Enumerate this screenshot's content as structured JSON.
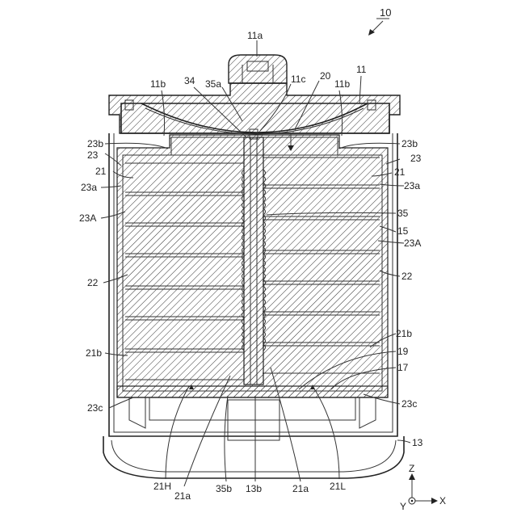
{
  "figure": {
    "ref_number": "10",
    "axes": {
      "z": "Z",
      "y": "Y",
      "x": "X"
    },
    "labels": {
      "l11a": "11a",
      "l11b_left": "11b",
      "l34": "34",
      "l35a": "35a",
      "l11c": "11c",
      "l20": "20",
      "l11b_right": "11b",
      "l11": "11",
      "l23b_left": "23b",
      "l23b_right": "23b",
      "l23_left": "23",
      "l23_right": "23",
      "l21_left": "21",
      "l21_right": "21",
      "l23a_left": "23a",
      "l23a_right": "23a",
      "l23A_left": "23A",
      "l35": "35",
      "l15": "15",
      "l23A_right": "23A",
      "l22_left": "22",
      "l22_right": "22",
      "l21b_left": "21b",
      "l21b_right": "21b",
      "l19": "19",
      "l17": "17",
      "l23c_left": "23c",
      "l23c_right": "23c",
      "l13": "13",
      "l21H": "21H",
      "l21a_left": "21a",
      "l35b": "35b",
      "l13b": "13b",
      "l21a_right": "21a",
      "l21L": "21L"
    }
  }
}
